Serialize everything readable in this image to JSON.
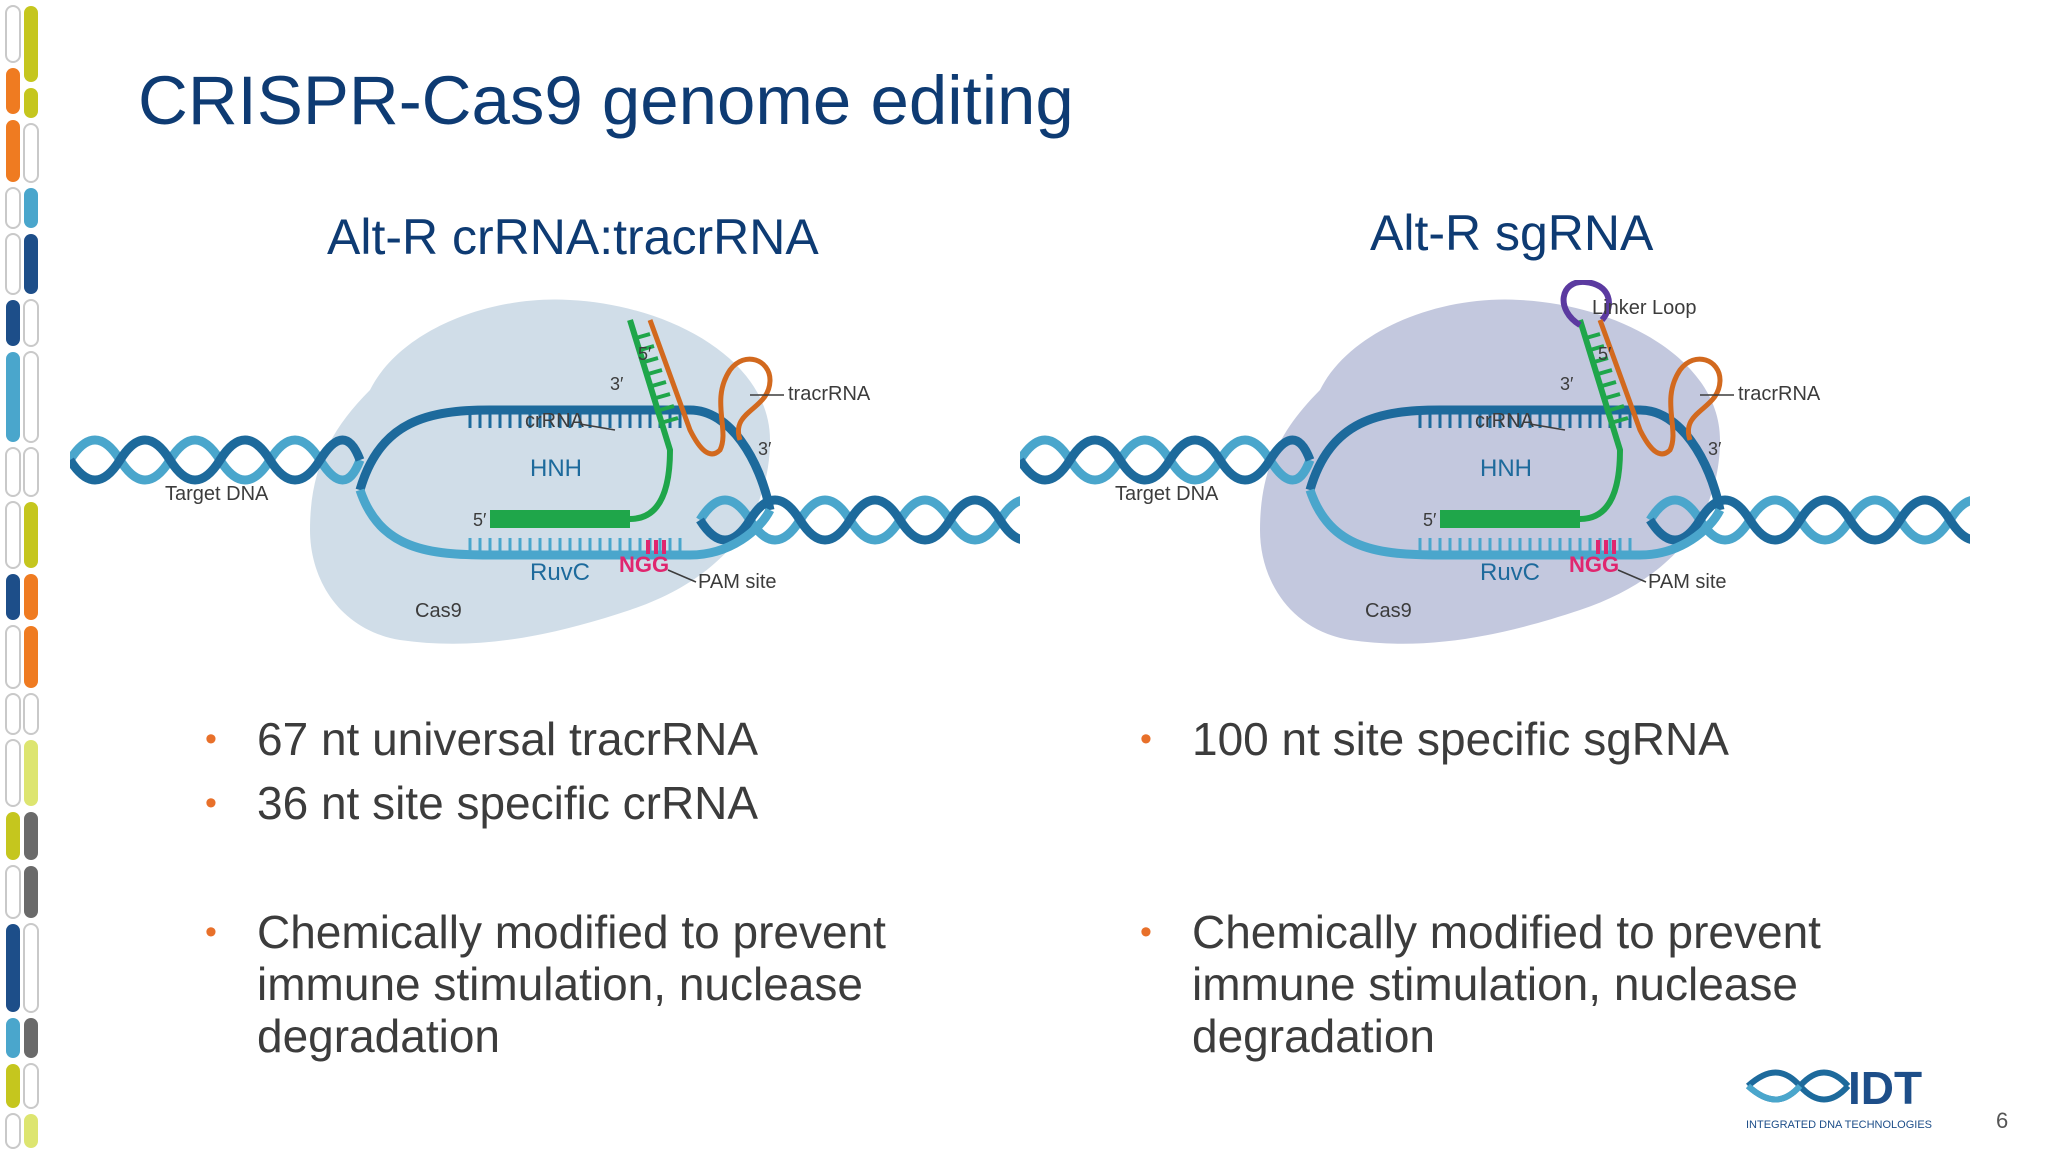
{
  "slide": {
    "title": "CRISPR-Cas9 genome editing",
    "page_number": "6"
  },
  "left": {
    "heading": "Alt-R crRNA:tracrRNA",
    "diagram": {
      "labels": {
        "target_dna": "Target DNA",
        "five_prime_top": "5′",
        "three_prime_top": "3′",
        "tracr": "tracrRNA",
        "cr": "crRNA",
        "three_prime_tracr": "3′",
        "hnh": "HNH",
        "five_prime_guide": "5′",
        "ruvc": "RuvC",
        "ngg": "NGG",
        "pam": "PAM site",
        "cas9": "Cas9"
      }
    },
    "bullets_a": [
      "67 nt universal tracrRNA",
      "36 nt site specific crRNA"
    ],
    "bullets_b": [
      "Chemically modified to prevent immune stimulation, nuclease degradation"
    ]
  },
  "right": {
    "heading": "Alt-R sgRNA",
    "diagram": {
      "labels": {
        "target_dna": "Target DNA",
        "linker": "Linker Loop",
        "five_prime_top": "5′",
        "three_prime_top": "3′",
        "tracr": "tracrRNA",
        "cr": "crRNA",
        "three_prime_tracr": "3′",
        "hnh": "HNH",
        "five_prime_guide": "5′",
        "ruvc": "RuvC",
        "ngg": "NGG",
        "pam": "PAM site",
        "cas9": "Cas9"
      }
    },
    "bullets_a": [
      "100 nt site specific sgRNA"
    ],
    "bullets_b": [
      "Chemically modified to prevent immune stimulation, nuclease degradation"
    ]
  },
  "logo": {
    "text": "IDT",
    "tagline": "INTEGRATED DNA TECHNOLOGIES"
  },
  "colors": {
    "title_blue": "#0e3b73",
    "bullet_orange": "#e8702a",
    "dna_light": "#4aa6cc",
    "dna_dark": "#1d6a9c",
    "cas9_left": "#d0dde8",
    "cas9_right": "#c3c8de",
    "crRNA_green": "#1fa64a",
    "tracr_orange": "#d2691e",
    "pam_pink": "#e0266f",
    "linker_purple": "#5b3aa0"
  }
}
